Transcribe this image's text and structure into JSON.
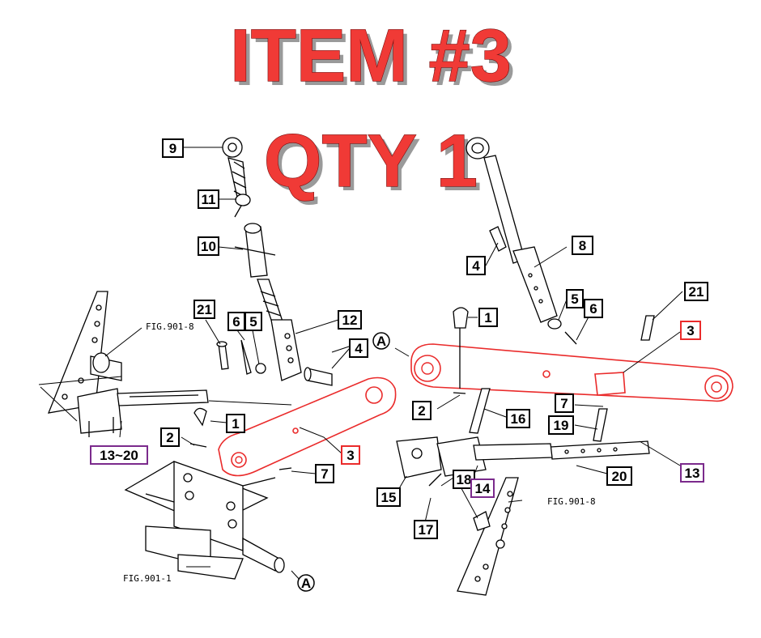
{
  "header": {
    "title_line1": "ITEM #3",
    "title_line2": "QTY 1"
  },
  "figures": {
    "fig_upper_left": "FIG.901-8",
    "fig_lower_right": "FIG.901-8",
    "fig_bottom_left": "FIG.901-1"
  },
  "section_marker": "A",
  "callouts": {
    "c9": "9",
    "c11": "11",
    "c10": "10",
    "c21a": "21",
    "c6a": "6",
    "c5a": "5",
    "c12": "12",
    "c4a": "4",
    "c2a": "2",
    "c1a": "1",
    "c3a": "3",
    "c7a": "7",
    "c13_20": "13~20",
    "c8": "8",
    "c4b": "4",
    "c5b": "5",
    "c6b": "6",
    "c21b": "21",
    "c3b": "3",
    "c1b": "1",
    "c2b": "2",
    "c16": "16",
    "c7b": "7",
    "c19": "19",
    "c20": "20",
    "c13": "13",
    "c15": "15",
    "c18": "18",
    "c14": "14",
    "c17": "17"
  },
  "colors": {
    "highlight": "#ea2b2b",
    "title": "#f03a36",
    "group_box": "#7b2a8c"
  }
}
